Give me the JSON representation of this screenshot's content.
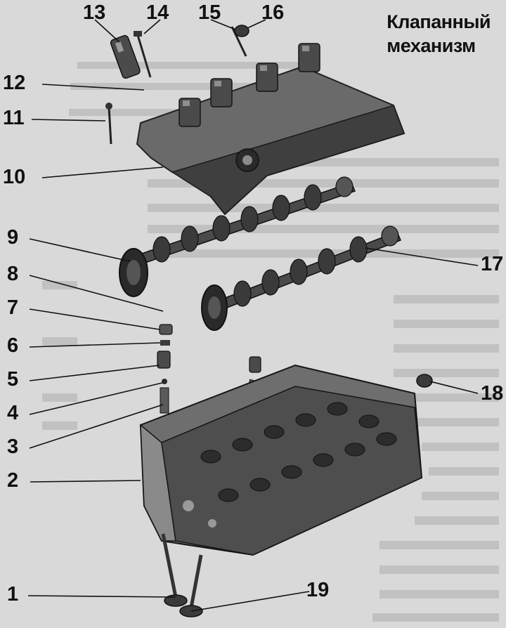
{
  "title_lines": [
    "Клапанный",
    "механизм"
  ],
  "callouts": [
    {
      "id": "1",
      "label": "1"
    },
    {
      "id": "2",
      "label": "2"
    },
    {
      "id": "3",
      "label": "3"
    },
    {
      "id": "4",
      "label": "4"
    },
    {
      "id": "5",
      "label": "5"
    },
    {
      "id": "6",
      "label": "6"
    },
    {
      "id": "7",
      "label": "7"
    },
    {
      "id": "8",
      "label": "8"
    },
    {
      "id": "9",
      "label": "9"
    },
    {
      "id": "10",
      "label": "10"
    },
    {
      "id": "11",
      "label": "11"
    },
    {
      "id": "12",
      "label": "12"
    },
    {
      "id": "13",
      "label": "13"
    },
    {
      "id": "14",
      "label": "14"
    },
    {
      "id": "15",
      "label": "15"
    },
    {
      "id": "16",
      "label": "16"
    },
    {
      "id": "17",
      "label": "17"
    },
    {
      "id": "18",
      "label": "18"
    },
    {
      "id": "19",
      "label": "19"
    }
  ],
  "colors": {
    "background": "#d9d9d9",
    "ink": "#111111",
    "part_fill": "#5a5a5a",
    "part_dark": "#2a2a2a",
    "part_light": "#9a9a9a"
  }
}
